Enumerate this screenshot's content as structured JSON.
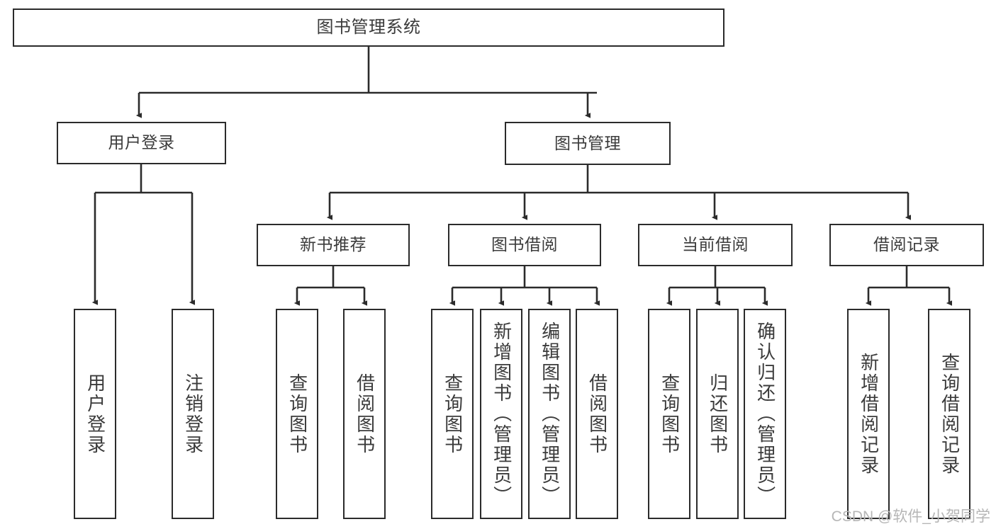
{
  "diagram": {
    "title": "图书管理系统",
    "watermark": "CSDN @软件_小贺同学",
    "line_color": "#2b2b2b",
    "text_color": "#3b3b3b",
    "background": "#ffffff",
    "nodes": {
      "root": {
        "label": "图书管理系统"
      },
      "level1": [
        {
          "id": "user-login",
          "label": "用户登录"
        },
        {
          "id": "book-management",
          "label": "图书管理"
        }
      ],
      "level2": [
        {
          "id": "new-book-recommend",
          "label": "新书推荐"
        },
        {
          "id": "book-borrow",
          "label": "图书借阅"
        },
        {
          "id": "current-borrow",
          "label": "当前借阅"
        },
        {
          "id": "borrow-record",
          "label": "借阅记录"
        }
      ],
      "leaves": {
        "user_login": [
          {
            "id": "leaf-user-login",
            "label": "用户登录"
          },
          {
            "id": "leaf-logout-login",
            "label": "注销登录"
          }
        ],
        "new_book_recommend": [
          {
            "id": "leaf-query-book-1",
            "label": "查询图书"
          },
          {
            "id": "leaf-borrow-book-1",
            "label": "借阅图书"
          }
        ],
        "book_borrow": [
          {
            "id": "leaf-query-book-2",
            "label": "查询图书"
          },
          {
            "id": "leaf-add-book-admin",
            "label": "新增图书（管理员）"
          },
          {
            "id": "leaf-edit-book-admin",
            "label": "编辑图书（管理员）"
          },
          {
            "id": "leaf-borrow-book-2",
            "label": "借阅图书"
          }
        ],
        "current_borrow": [
          {
            "id": "leaf-query-book-3",
            "label": "查询图书"
          },
          {
            "id": "leaf-return-book",
            "label": "归还图书"
          },
          {
            "id": "leaf-confirm-return-admin",
            "label": "确认归还（管理员）"
          }
        ],
        "borrow_record": [
          {
            "id": "leaf-add-borrow-record",
            "label": "新增借阅记录"
          },
          {
            "id": "leaf-query-borrow-record",
            "label": "查询借阅记录"
          }
        ]
      }
    }
  }
}
